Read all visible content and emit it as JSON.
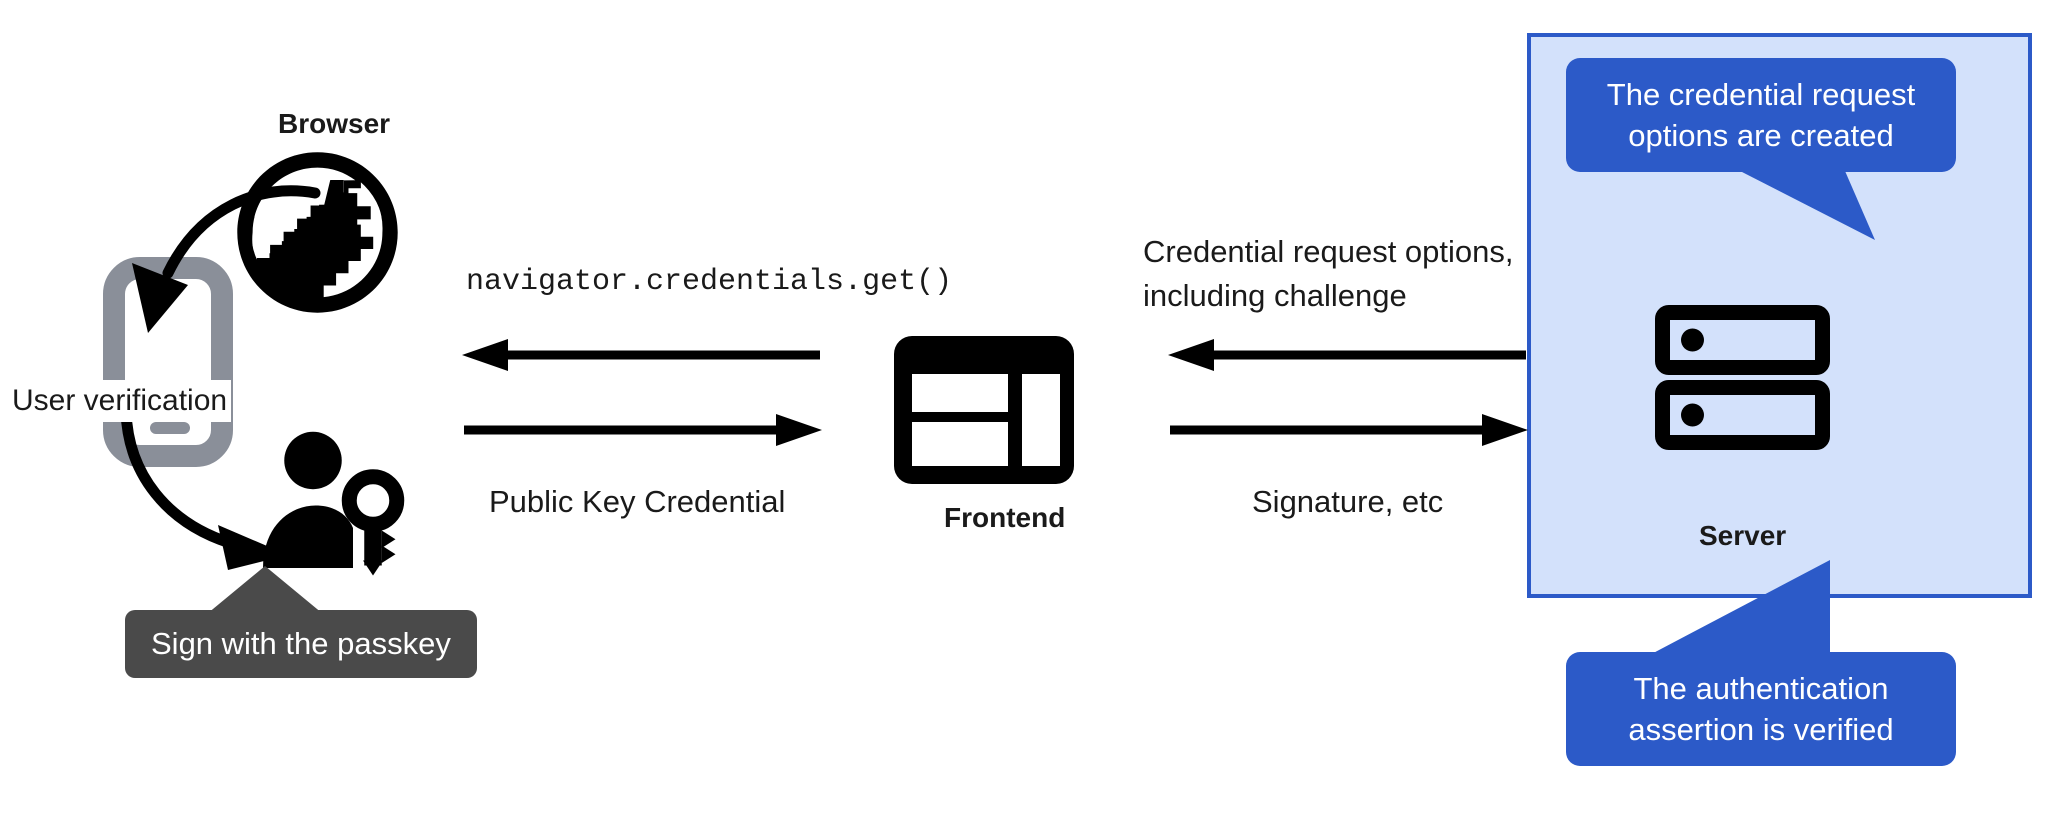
{
  "diagram": {
    "title_nodes": {
      "browser": "Browser",
      "frontend": "Frontend",
      "server": "Server"
    },
    "annotations": {
      "user_verification": "User verification",
      "passkey_tooltip": "Sign with the passkey"
    },
    "messages": {
      "navigator_get": "navigator.credentials.get()",
      "public_key_credential": "Public Key Credential",
      "credential_request_options_line1": "Credential request options,",
      "credential_request_options_line2": "including challenge",
      "signature_etc": "Signature, etc"
    },
    "callouts": {
      "top_line1": "The credential request",
      "top_line2": "options are created",
      "bottom_line1": "The authentication",
      "bottom_line2": "assertion is verified"
    },
    "icons": {
      "browser": "globe-icon",
      "phone": "mobile-phone-icon",
      "user": "person-with-key-icon",
      "frontend": "dashboard-layout-icon",
      "server": "server-rack-icon"
    },
    "colors": {
      "panel_fill": "#d3e1fb",
      "panel_border": "#2c5ac8",
      "callout_blue": "#2c5ac8",
      "tooltip_gray": "#4a4a4a",
      "phone_gray": "#8a8f99",
      "ink": "#000000"
    }
  }
}
